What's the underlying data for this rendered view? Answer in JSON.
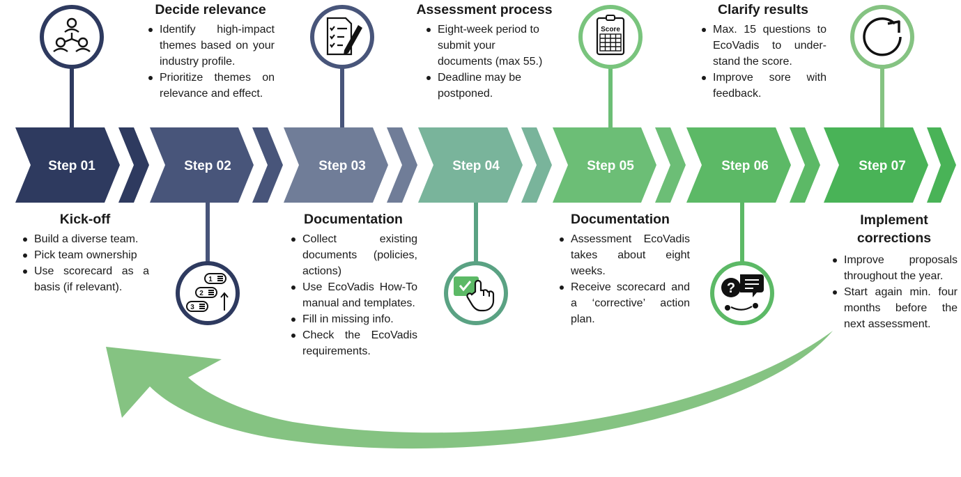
{
  "colors": {
    "step_01": "#2e3a5f",
    "step_02": "#48557a",
    "step_03": "#707d98",
    "step_04": "#79b49b",
    "step_05": "#6cbe76",
    "step_06": "#5cb966",
    "step_07": "#49b357",
    "return_arrow": "#85c382"
  },
  "steps": [
    {
      "label": "Step 01",
      "icon": "team-icon"
    },
    {
      "label": "Step 02",
      "icon": "ordered-list-icon"
    },
    {
      "label": "Step 03",
      "icon": "checklist-pen-icon"
    },
    {
      "label": "Step 04",
      "icon": "click-hand-icon"
    },
    {
      "label": "Step 05",
      "icon": "scorecard-icon"
    },
    {
      "label": "Step 06",
      "icon": "question-chat-icon"
    },
    {
      "label": "Step 07",
      "icon": "refresh-icon"
    }
  ],
  "score_icon_text": "Score",
  "blocks": [
    {
      "title": "Kick-off",
      "items": [
        "Build a diverse team.",
        "Pick team ownership",
        "Use scorecard as a basis (if relevant)."
      ]
    },
    {
      "title": "Decide relevance",
      "items": [
        "Identify high-impact themes based on your industry profile.",
        "Prioritize themes on relevance and effect."
      ]
    },
    {
      "title": "Documentation",
      "items": [
        "Collect existing documents (policies, actions)",
        "Use EcoVadis How-To manual and templates.",
        "Fill in missing info.",
        "Check the EcoVadis requirements."
      ]
    },
    {
      "title": "Assessment process",
      "items": [
        "Eight-week period to submit your documents (max 55.)",
        "Deadline may be postponed."
      ]
    },
    {
      "title": "Documentation",
      "items": [
        "Assessment EcoVadis takes about eight weeks.",
        "Receive scorecard and a ‘corrective’ action plan."
      ]
    },
    {
      "title": "Clarify results",
      "items": [
        "Max. 15 questions to EcoVadis to under-stand the score.",
        "Improve sore with feedback."
      ]
    },
    {
      "title": "Implement corrections",
      "items": [
        "Improve proposals throughout the year.",
        "Start again min. four months before the next assessment."
      ]
    }
  ]
}
